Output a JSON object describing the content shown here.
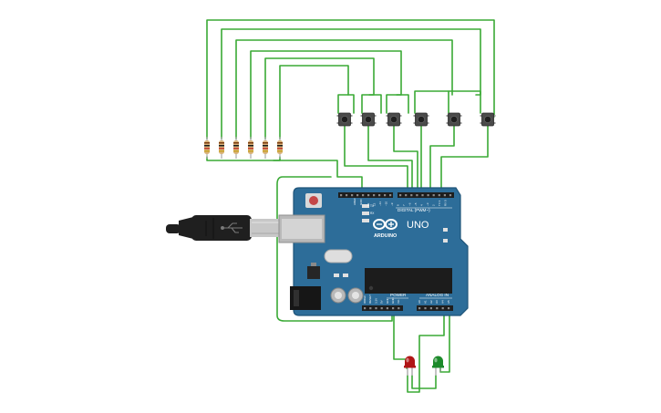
{
  "board": {
    "digital_label": "DIGITAL (PWM~)",
    "brand_text": "ARDUINO",
    "model_text": "UNO",
    "power_label": "POWER",
    "analog_label": "ANALOG IN",
    "aref_label": "AREF",
    "gnd_label": "GND",
    "tx_label": "TX",
    "rx_label": "RX",
    "digital_pins": [
      "13",
      "12",
      "~11",
      "~10",
      "~9",
      "8",
      "7",
      "~6",
      "~5",
      "4",
      "~3",
      "2",
      "TX 1",
      "RX 0"
    ],
    "power_pins": [
      "IOREF",
      "RESET",
      "3.3V",
      "5V",
      "GND",
      "GND",
      "Vin"
    ],
    "analog_pins": [
      "A0",
      "A1",
      "A2",
      "A3",
      "A4",
      "A5"
    ]
  },
  "leds": [
    {
      "color": "red",
      "hex": "#b01515"
    },
    {
      "color": "green",
      "hex": "#1c8a2a"
    }
  ],
  "colors": {
    "wire": "#3aaa35",
    "board": "#2d6d99",
    "board_edge": "#1f5479",
    "header": "#1e1e1e",
    "usb_plug": "#1f1f1f",
    "usb_metal": "#c8c8c8",
    "button_body": "#4a4a4a",
    "resistor_body": "#d8b27a"
  },
  "counts": {
    "buttons": 6,
    "resistors": 6
  }
}
